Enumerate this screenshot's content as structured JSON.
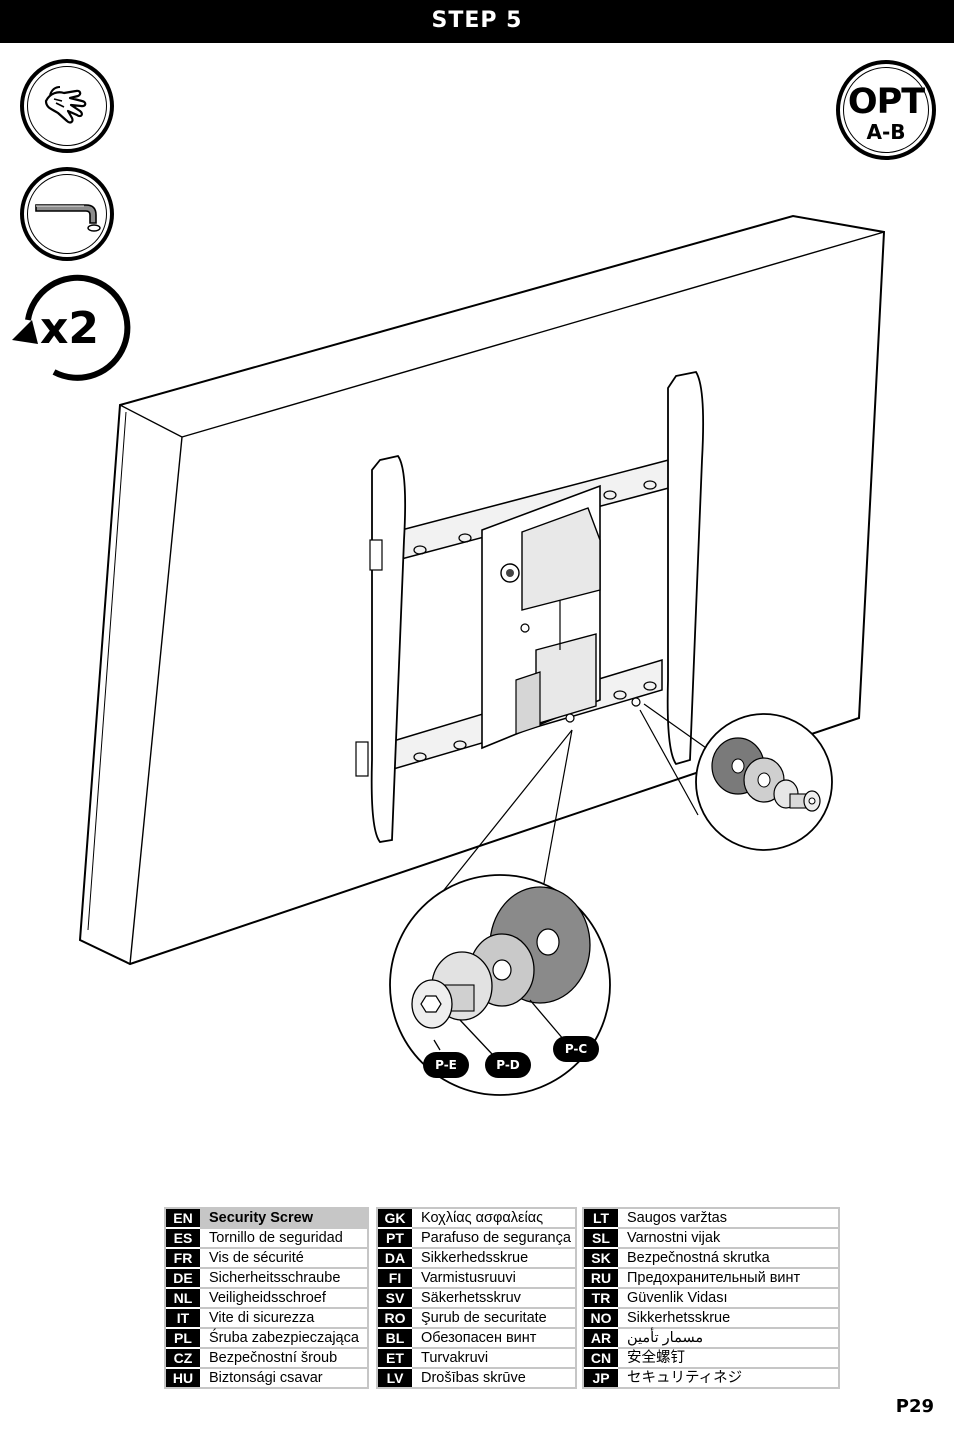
{
  "header": {
    "title": "STEP 5"
  },
  "badges": {
    "hand": "hand-tighten-icon",
    "tool": "allen-key-icon",
    "repeat": "rotate-arrow-icon",
    "repeat_label": "x2",
    "option_main": "OPT",
    "option_sub": "A-B"
  },
  "callouts": [
    {
      "label": "P-E"
    },
    {
      "label": "P-D"
    },
    {
      "label": "P-C"
    }
  ],
  "translations": {
    "col1": [
      {
        "code": "EN",
        "text": "Security Screw"
      },
      {
        "code": "ES",
        "text": "Tornillo de seguridad"
      },
      {
        "code": "FR",
        "text": "Vis de sécurité"
      },
      {
        "code": "DE",
        "text": "Sicherheitsschraube"
      },
      {
        "code": "NL",
        "text": "Veiligheidsschroef"
      },
      {
        "code": "IT",
        "text": "Vite di sicurezza"
      },
      {
        "code": "PL",
        "text": "Śruba zabezpieczająca"
      },
      {
        "code": "CZ",
        "text": "Bezpečnostní šroub"
      },
      {
        "code": "HU",
        "text": "Biztonsági csavar"
      }
    ],
    "col2": [
      {
        "code": "GK",
        "text": "Κοχλίας ασφαλείας"
      },
      {
        "code": "PT",
        "text": "Parafuso de segurança"
      },
      {
        "code": "DA",
        "text": "Sikkerhedsskrue"
      },
      {
        "code": "FI",
        "text": "Varmistusruuvi"
      },
      {
        "code": "SV",
        "text": "Säkerhetsskruv"
      },
      {
        "code": "RO",
        "text": "Şurub de securitate"
      },
      {
        "code": "BL",
        "text": "Обезопасен винт"
      },
      {
        "code": "ET",
        "text": "Turvakruvi"
      },
      {
        "code": "LV",
        "text": "Drošības skrūve"
      }
    ],
    "col3": [
      {
        "code": "LT",
        "text": "Saugos varžtas"
      },
      {
        "code": "SL",
        "text": "Varnostni vijak"
      },
      {
        "code": "SK",
        "text": "Bezpečnostná skrutka"
      },
      {
        "code": "RU",
        "text": "Предохранительный винт"
      },
      {
        "code": "TR",
        "text": "Güvenlik Vidası"
      },
      {
        "code": "NO",
        "text": "Sikkerhetsskrue"
      },
      {
        "code": "AR",
        "text": "مسمار تأمين"
      },
      {
        "code": "CN",
        "text": "安全螺钉"
      },
      {
        "code": "JP",
        "text": "セキュリティネジ"
      }
    ]
  },
  "page_number": "P29"
}
